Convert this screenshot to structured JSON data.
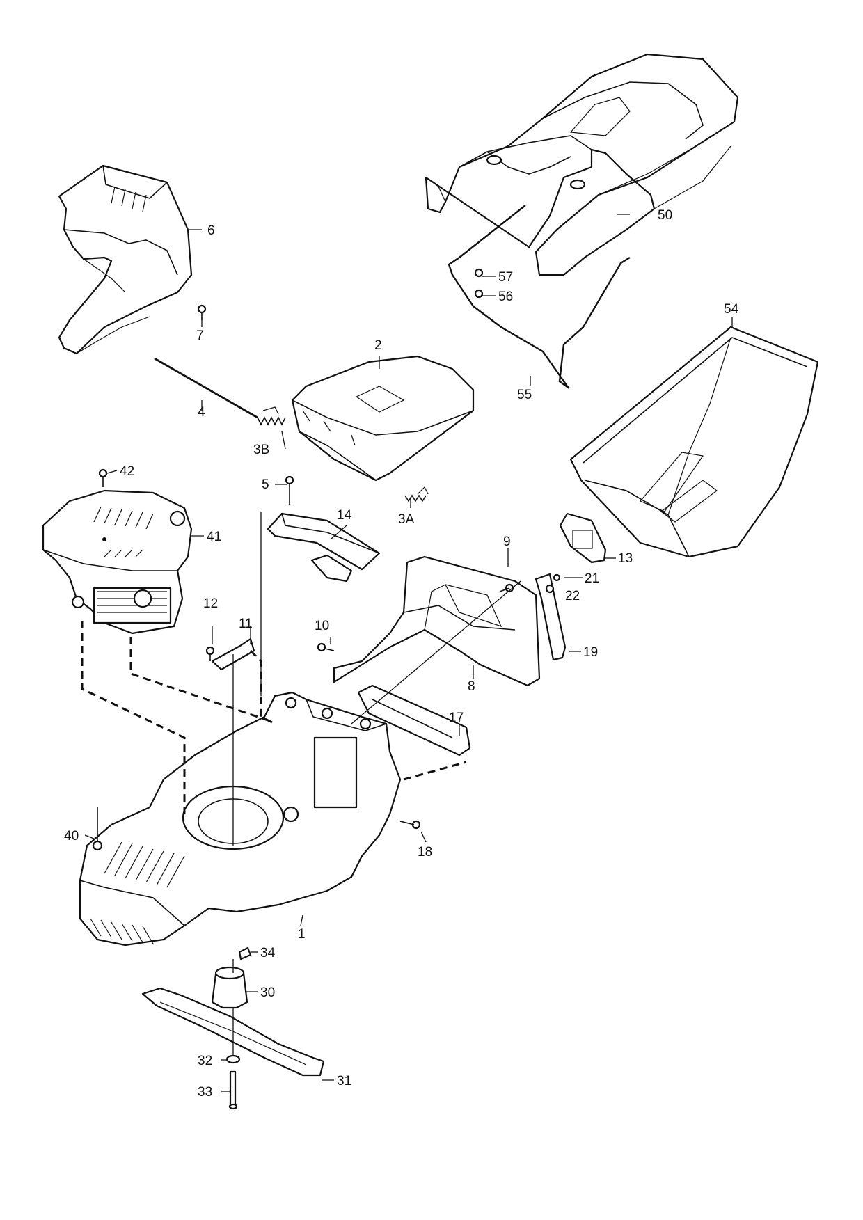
{
  "callouts": [
    {
      "id": "c1",
      "text": "1"
    },
    {
      "id": "c2",
      "text": "2"
    },
    {
      "id": "c3a",
      "text": "3A"
    },
    {
      "id": "c3b",
      "text": "3B"
    },
    {
      "id": "c4",
      "text": "4"
    },
    {
      "id": "c5",
      "text": "5"
    },
    {
      "id": "c6",
      "text": "6"
    },
    {
      "id": "c7",
      "text": "7"
    },
    {
      "id": "c8",
      "text": "8"
    },
    {
      "id": "c9",
      "text": "9"
    },
    {
      "id": "c10",
      "text": "10"
    },
    {
      "id": "c11",
      "text": "11"
    },
    {
      "id": "c12",
      "text": "12"
    },
    {
      "id": "c13",
      "text": "13"
    },
    {
      "id": "c14",
      "text": "14"
    },
    {
      "id": "c17",
      "text": "17"
    },
    {
      "id": "c18",
      "text": "18"
    },
    {
      "id": "c19",
      "text": "19"
    },
    {
      "id": "c21",
      "text": "21"
    },
    {
      "id": "c22",
      "text": "22"
    },
    {
      "id": "c30",
      "text": "30"
    },
    {
      "id": "c31",
      "text": "31"
    },
    {
      "id": "c32",
      "text": "32"
    },
    {
      "id": "c33",
      "text": "33"
    },
    {
      "id": "c34",
      "text": "34"
    },
    {
      "id": "c40",
      "text": "40"
    },
    {
      "id": "c41",
      "text": "41"
    },
    {
      "id": "c42",
      "text": "42"
    },
    {
      "id": "c50",
      "text": "50"
    },
    {
      "id": "c54",
      "text": "54"
    },
    {
      "id": "c55",
      "text": "55"
    },
    {
      "id": "c56",
      "text": "56"
    },
    {
      "id": "c57",
      "text": "57"
    }
  ]
}
